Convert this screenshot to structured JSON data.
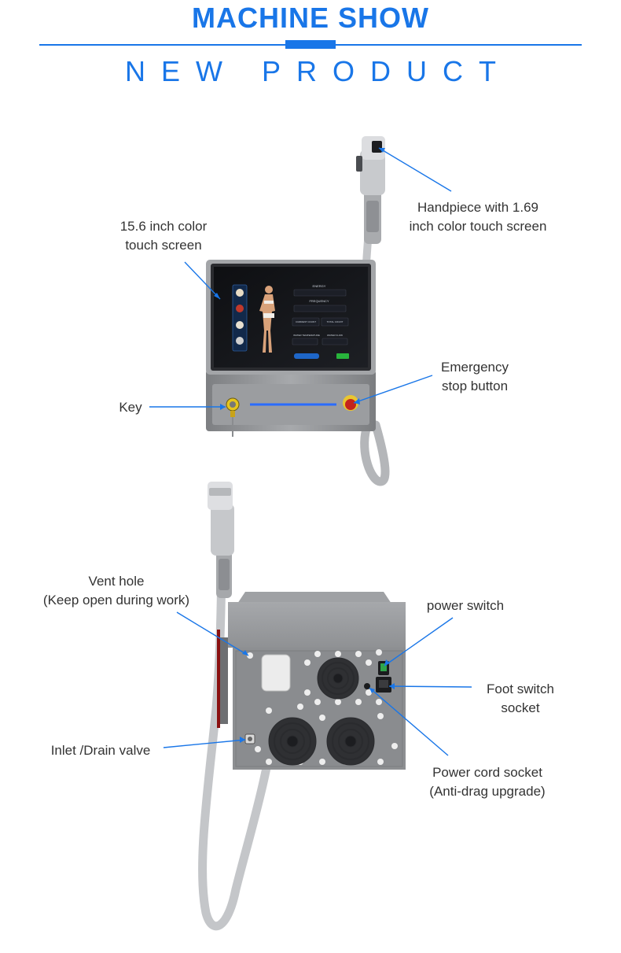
{
  "header": {
    "title": "MACHINE SHOW",
    "subtitle": "NEW PRODUCT"
  },
  "colors": {
    "accent": "#1976e8",
    "label_text": "#333333"
  },
  "screen_ui": {
    "energy": "ENERGY",
    "frequency": "FREQUENCY",
    "current_count": "CURRENT COUNT",
    "total_count": "TOTAL COUNT",
    "water_temperature": "WATER TEMPERATURE",
    "water_flow": "WATER FLOW"
  },
  "front_labels": {
    "screen_line1": "15.6 inch color",
    "screen_line2": "touch screen",
    "handpiece_line1": "Handpiece with 1.69",
    "handpiece_line2": "inch color touch screen",
    "emergency_line1": "Emergency",
    "emergency_line2": "stop button",
    "key": "Key"
  },
  "back_labels": {
    "vent_line1": "Vent hole",
    "vent_line2": "(Keep open during work)",
    "power_switch": "power switch",
    "foot_line1": "Foot switch",
    "foot_line2": "socket",
    "inlet": "Inlet /Drain valve",
    "cord_line1": "Power cord socket",
    "cord_line2": "(Anti-drag upgrade)"
  }
}
